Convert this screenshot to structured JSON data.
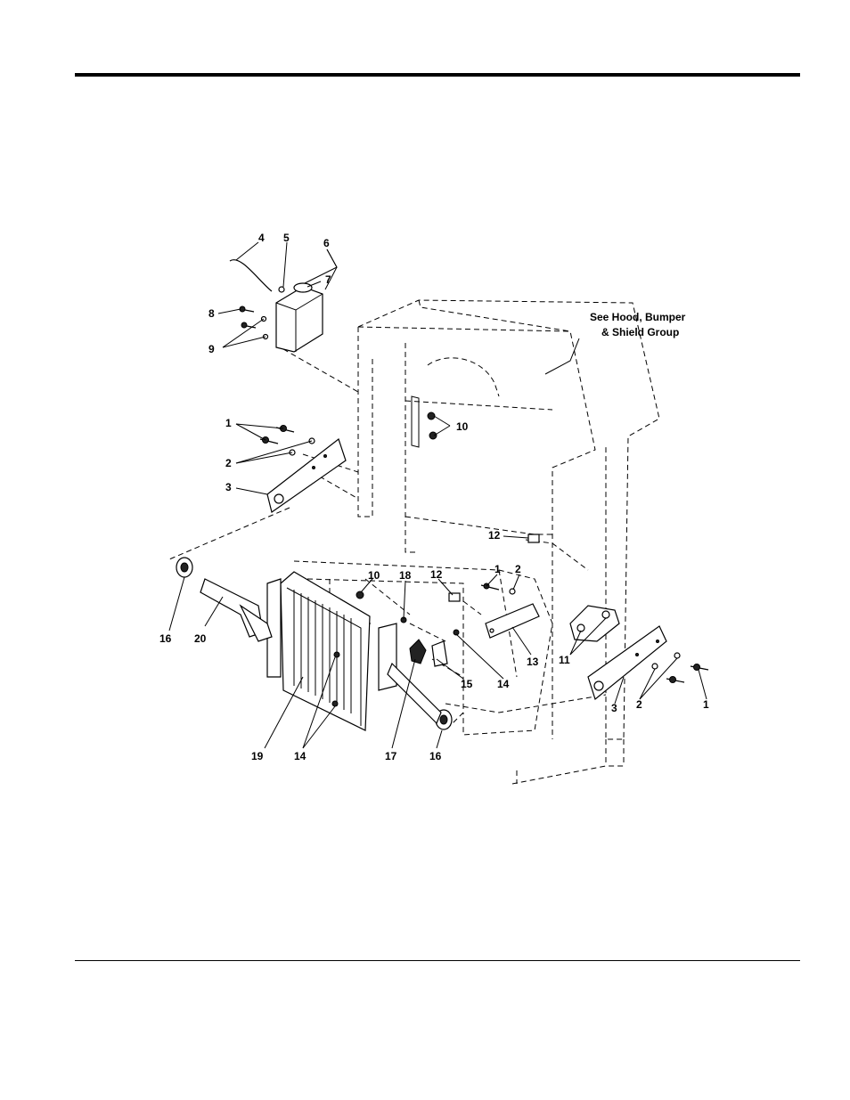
{
  "figure": {
    "note": [
      "See Hood, Bumper",
      "& Shield Group"
    ],
    "callouts": [
      {
        "id": "c4",
        "text": "4"
      },
      {
        "id": "c5",
        "text": "5"
      },
      {
        "id": "c6",
        "text": "6"
      },
      {
        "id": "c7",
        "text": "7"
      },
      {
        "id": "c8",
        "text": "8"
      },
      {
        "id": "c9",
        "text": "9"
      },
      {
        "id": "c10a",
        "text": "10"
      },
      {
        "id": "c1a",
        "text": "1"
      },
      {
        "id": "c2a",
        "text": "2"
      },
      {
        "id": "c3a",
        "text": "3"
      },
      {
        "id": "c12a",
        "text": "12"
      },
      {
        "id": "c10b",
        "text": "10"
      },
      {
        "id": "c18",
        "text": "18"
      },
      {
        "id": "c12b",
        "text": "12"
      },
      {
        "id": "c1b",
        "text": "1"
      },
      {
        "id": "c2b",
        "text": "2"
      },
      {
        "id": "c16a",
        "text": "16"
      },
      {
        "id": "c20",
        "text": "20"
      },
      {
        "id": "c13",
        "text": "13"
      },
      {
        "id": "c11",
        "text": "11"
      },
      {
        "id": "c15",
        "text": "15"
      },
      {
        "id": "c14a",
        "text": "14"
      },
      {
        "id": "c3b",
        "text": "3"
      },
      {
        "id": "c2c",
        "text": "2"
      },
      {
        "id": "c1c",
        "text": "1"
      },
      {
        "id": "c19",
        "text": "19"
      },
      {
        "id": "c14b",
        "text": "14"
      },
      {
        "id": "c17",
        "text": "17"
      },
      {
        "id": "c16b",
        "text": "16"
      }
    ]
  }
}
